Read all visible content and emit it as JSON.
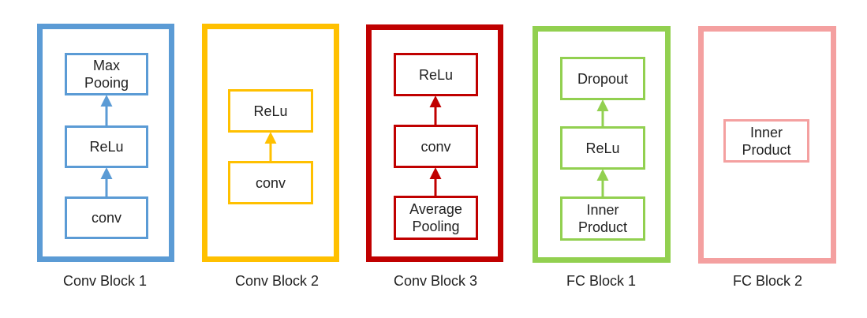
{
  "colors": {
    "conv_block_1": "#5B9BD5",
    "conv_block_2": "#FFC000",
    "conv_block_3": "#C00000",
    "fc_block_1": "#92D050",
    "fc_block_2": "#F4A0A0"
  },
  "blocks": [
    {
      "caption": "Conv Block 1",
      "nodes": [
        "Max\nPooing",
        "ReLu",
        "conv"
      ]
    },
    {
      "caption": "Conv Block 2",
      "nodes": [
        "ReLu",
        "conv"
      ]
    },
    {
      "caption": "Conv Block 3",
      "nodes": [
        "ReLu",
        "conv",
        "Average\nPooling"
      ]
    },
    {
      "caption": "FC Block 1",
      "nodes": [
        "Dropout",
        "ReLu",
        "Inner\nProduct"
      ]
    },
    {
      "caption": "FC Block 2",
      "nodes": [
        "Inner\nProduct"
      ]
    }
  ]
}
